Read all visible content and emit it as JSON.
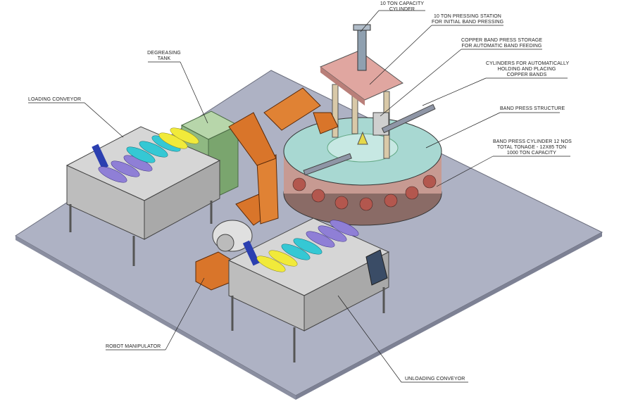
{
  "labels": {
    "cylinder_10ton": [
      "10 TON CAPACITY",
      "CYLINDER"
    ],
    "pressing_station": [
      "10 TON PRESSING STATION",
      "FOR INITIAL BAND PRESSING"
    ],
    "band_storage": [
      "COPPER BAND PRESS STORAGE",
      "FOR AUTOMATIC BAND FEEDING"
    ],
    "holding_cylinders": [
      "CYLINDERS FOR AUTOMATICALLY",
      "HOLDING AND PLACING",
      "COPPER BANDS"
    ],
    "band_press_structure": [
      "BAND PRESS STRUCTURE"
    ],
    "band_press_cylinder": [
      "BAND PRESS CYLINDER 12 NOS",
      "TOTAL TONAGE - 12X85 TON",
      "1000 TON CAPACITY"
    ],
    "degreasing_tank": [
      "DEGREASING",
      "TANK"
    ],
    "loading_conveyor": [
      "LOADING CONVEYOR"
    ],
    "robot_manipulator": [
      "ROBOT MANIPULATOR"
    ],
    "unloading_conveyor": [
      "UNLOADING CONVEYOR"
    ]
  },
  "colors": {
    "plate": "#a9adbf",
    "robot": "#d9752a",
    "table": "#a8d8d2",
    "press_plate": "#e0a6a0",
    "tank": "#9bc38f",
    "frame": "#c9c9c9"
  }
}
